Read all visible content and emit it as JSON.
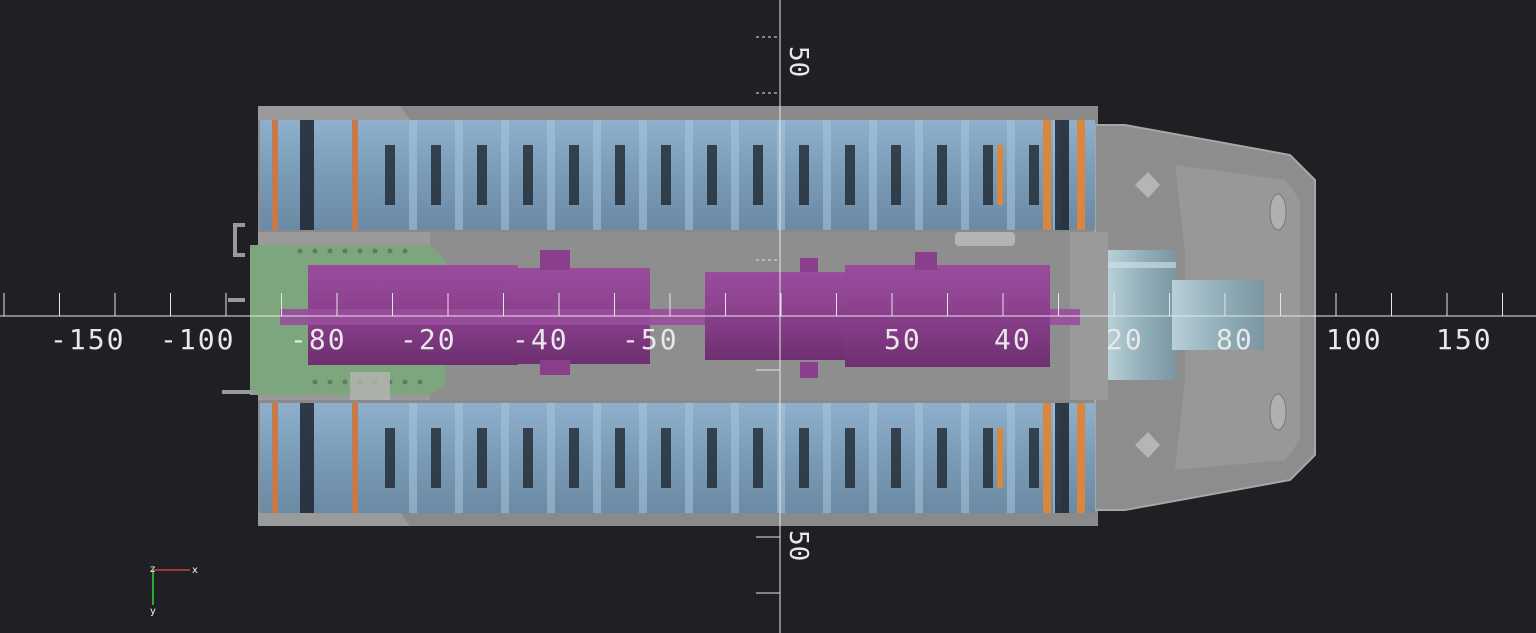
{
  "scene": {
    "background": "#1f2023",
    "colors": {
      "track": "#7f9fba",
      "track_dark": "#4f6477",
      "hull": "#8c8c8c",
      "hull_dark": "#666666",
      "cab": "#a0a0a0",
      "engine": "#8a3f8c",
      "green_panel": "#7ca47c",
      "orange_accent": "#d07a3c",
      "teal_block": "#9cb8c2",
      "axis_line": "#e6e6e6"
    }
  },
  "axis": {
    "x_labels": [
      "-150",
      "-100",
      "-80",
      "-20",
      "-40",
      "-50",
      "50",
      "40",
      "20",
      "80",
      "100",
      "150"
    ],
    "y_labels": [
      "50",
      "50"
    ]
  },
  "gizmo": {
    "x_label": "x",
    "y_label": "y",
    "z_label": "z"
  }
}
